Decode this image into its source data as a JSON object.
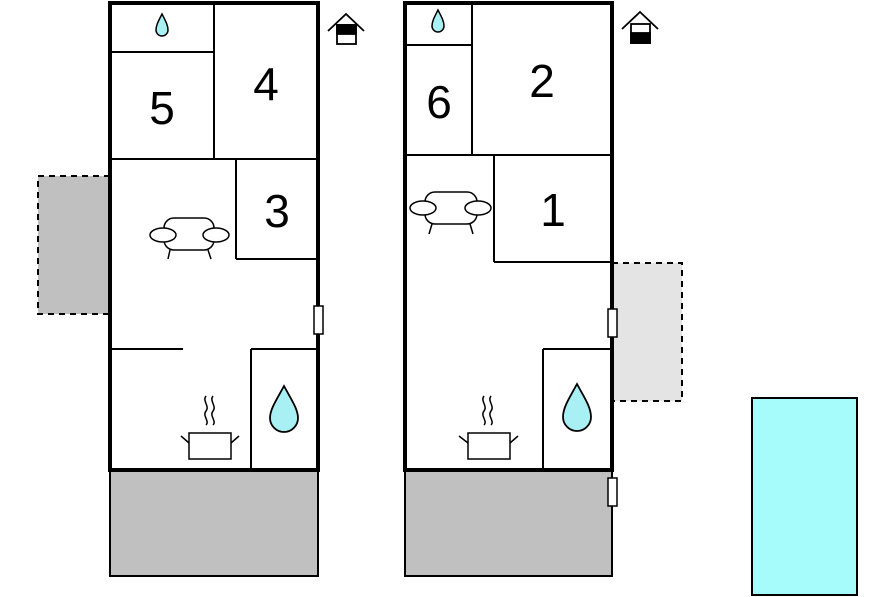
{
  "units": [
    {
      "id": "left",
      "rooms": [
        {
          "label": "5"
        },
        {
          "label": "4"
        },
        {
          "label": "3"
        }
      ]
    },
    {
      "id": "right",
      "rooms": [
        {
          "label": "6"
        },
        {
          "label": "2"
        },
        {
          "label": "1"
        }
      ]
    }
  ],
  "colors": {
    "terrace": "#c0c0c0",
    "terrace_light": "#e4e4e4",
    "water": "#a9f0f5",
    "pool": "#a6fbfb",
    "walls": "#000000"
  },
  "icons": [
    "water-drop-icon",
    "house-entrance-icon",
    "sofa-icon",
    "cooking-pot-icon",
    "door-icon"
  ]
}
